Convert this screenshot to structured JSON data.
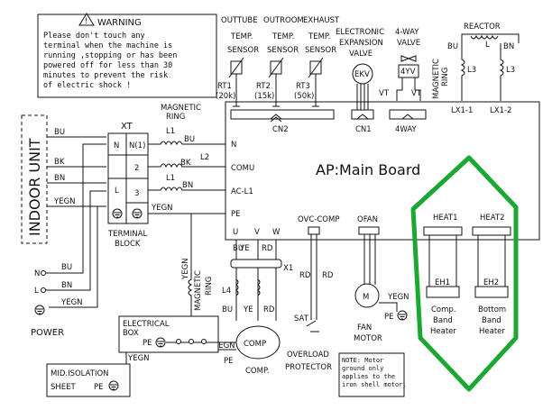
{
  "warning": {
    "title": "WARNING",
    "lines": [
      "Please don't touch any",
      "terminal when the machine is",
      "running ,stopping or has been",
      "powered off for less than 30",
      "minutes to prevent the risk",
      "of electric shock !"
    ]
  },
  "indoor_unit": "INDOOR UNIT",
  "xt": "XT",
  "terminal_block": [
    "TERMINAL",
    "BLOCK"
  ],
  "terminals": {
    "n": "N",
    "n1": "N(1)",
    "t2": "2",
    "l": "L",
    "t3": "3"
  },
  "wires": {
    "bu": "BU",
    "bk": "BK",
    "bn": "BN",
    "yegn": "YEGN",
    "ye": "YE",
    "v": "V",
    "w": "W",
    "u": "U",
    "rd": "RD"
  },
  "magnetic_ring": [
    "MAGNETIC",
    "RING"
  ],
  "chokes": {
    "l1": "L1",
    "l2": "L2",
    "l4": "L4",
    "l": "L",
    "l3": "L3"
  },
  "sensors": {
    "outtube": [
      "OUTTUBE",
      "TEMP.",
      "SENSOR"
    ],
    "outroom": [
      "OUTROOM",
      "TEMP.",
      "SENSOR"
    ],
    "exhaust": [
      "EXHAUST",
      "TEMP.",
      "SENSOR"
    ],
    "rt1": "RT1",
    "rt1_val": "(20k)",
    "rt2": "RT2",
    "rt2_val": "(15k)",
    "rt3": "RT3",
    "rt3_val": "(50k)"
  },
  "ekv": {
    "label": [
      "ELECTRONIC",
      "EXPANSION",
      "VALVE"
    ],
    "symbol": "EKV"
  },
  "valve4": {
    "label": [
      "4-WAY",
      "VALVE"
    ],
    "symbol": "4YV"
  },
  "reactor": "REACTOR",
  "connectors": {
    "cn2": "CN2",
    "cn1": "CN1",
    "fourway": "4WAY",
    "vt": "VT",
    "lx11": "LX1-1",
    "lx12": "LX1-2"
  },
  "board_terminals": {
    "n": "N",
    "comu": "COMU",
    "acl1": "AC-L1",
    "pe": "PE"
  },
  "main_board": "AP:Main Board",
  "heat1": "HEAT1",
  "heat2": "HEAT2",
  "eh1": "EH1",
  "eh2": "EH2",
  "comp_heater": [
    "Comp.",
    "Band",
    "Heater"
  ],
  "bottom_heater": [
    "Bottom",
    "Band",
    "Heater"
  ],
  "ovc_comp": "OVC-COMP",
  "ofan": "OFAN",
  "x1": "X1",
  "sat": "SAT",
  "overload": [
    "OVERLOAD",
    "PROTECTOR"
  ],
  "fan_motor": [
    "FAN",
    "MOTOR"
  ],
  "motor_symbol": "M",
  "comp_symbol": "COMP",
  "comp_label": "COMP.",
  "power": {
    "n": "N",
    "l": "L",
    "label": "POWER"
  },
  "elec_box": [
    "ELECTRICAL",
    "BOX"
  ],
  "pe": "PE",
  "mid_isolation": [
    "MID.ISOLATION",
    "SHEET"
  ],
  "note": [
    "NOTE: Motor",
    "ground only",
    "applies to the",
    "iron shell motor."
  ],
  "highlight_color": "#1aa832"
}
